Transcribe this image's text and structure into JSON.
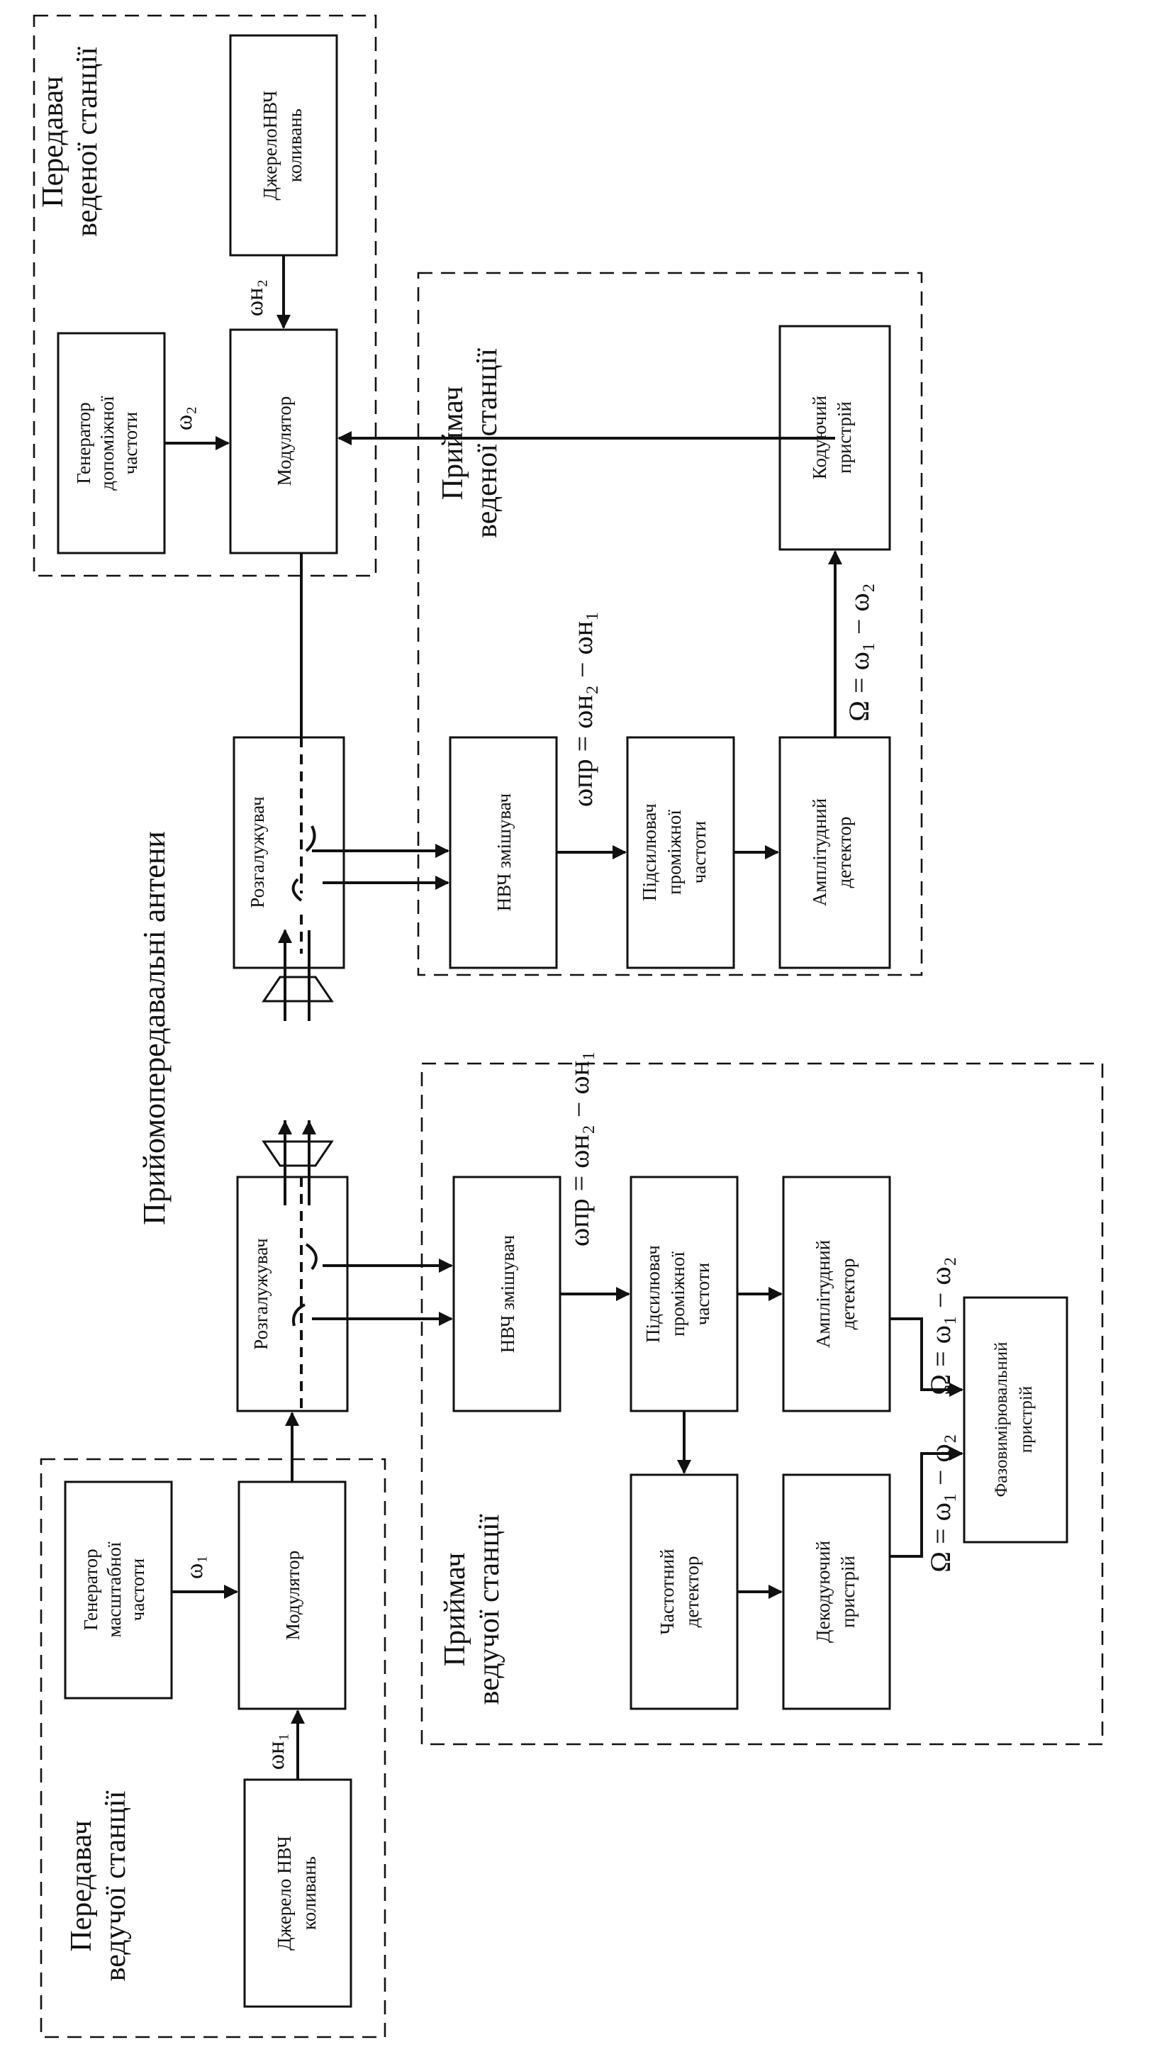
{
  "figure": {
    "antennas_label": "Прийомопередавальні антени",
    "groups": {
      "tx_slave": [
        "Передавач",
        "веденої станції"
      ],
      "rx_slave": [
        "Приймач",
        "веденої станції"
      ],
      "tx_master": [
        "Передавач",
        "ведучої станції"
      ],
      "rx_master": [
        "Приймач",
        "ведучої станції"
      ]
    },
    "blocks": {
      "aux_gen": [
        "Генератор",
        "допоміжної",
        "частоти"
      ],
      "src_slave": [
        "ДжерелоНВЧ",
        "коливань"
      ],
      "mod_slave": [
        "Модулятор"
      ],
      "coder": [
        "Кодуючий",
        "пристрій"
      ],
      "splitter_slave": [
        "Розгалужувач"
      ],
      "mixer_slave": [
        "НВЧ змішувач"
      ],
      "ifamp_slave": [
        "Підсилювач",
        "проміжної",
        "частоти"
      ],
      "amdet_slave": [
        "Амплітудний",
        "детектор"
      ],
      "scale_gen": [
        "Генератор",
        "масштабної",
        "частоти"
      ],
      "mod_master": [
        "Модулятор"
      ],
      "src_master": [
        "Джерело НВЧ",
        "коливань"
      ],
      "splitter_master": [
        "Розгалужувач"
      ],
      "mixer_master": [
        "НВЧ змішувач"
      ],
      "ifamp_master": [
        "Підсилювач",
        "проміжної",
        "частоти"
      ],
      "amdet_master": [
        "Амплітудний",
        "детектор"
      ],
      "freqdet": [
        "Частотний",
        "детектор"
      ],
      "decoder": [
        "Декодуючий",
        "пристрій"
      ],
      "phase": [
        "Фазовимірювальний",
        "пристрій"
      ]
    },
    "signals": {
      "omega2": "ω₂",
      "omega_n2": "ωн₂",
      "omega1": "ω₁",
      "omega_n1": "ωн₁",
      "omega_if_slave": "ωпр = ωн₂ − ωн₁",
      "omega_if_master": "ωпр = ωн₂ − ωн₁",
      "Omega_slave": "Ω = ω₁ − ω₂",
      "Omega_master_a": "Ω = ω₁ − ω₂",
      "Omega_master_b": "Ω = ω₁ − ω₂"
    }
  }
}
